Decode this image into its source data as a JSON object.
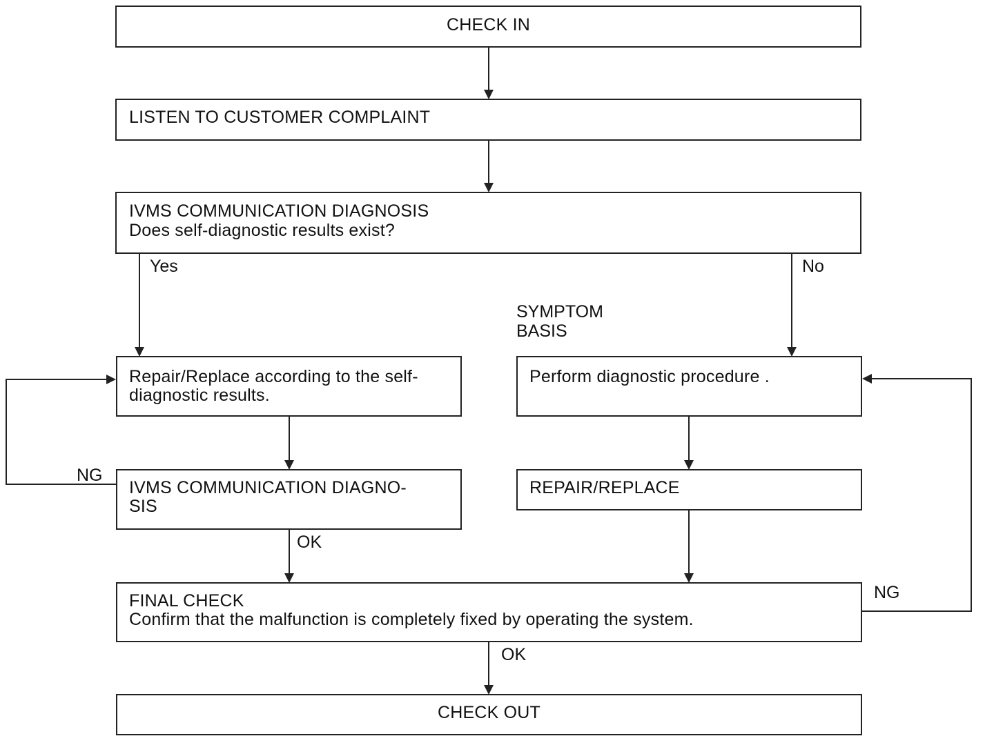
{
  "steps": {
    "check_in": "CHECK IN",
    "listen": "LISTEN TO CUSTOMER COMPLAINT",
    "ivms_diagnosis_title": "IVMS COMMUNICATION DIAGNOSIS",
    "ivms_diagnosis_question": "Does self-diagnostic results exist?",
    "repair_by_results_line1": "Repair/Replace according to the self-",
    "repair_by_results_line2": "diagnostic results.",
    "ivms_recheck_line1": "IVMS COMMUNICATION DIAGNO-",
    "ivms_recheck_line2": "SIS",
    "perform_procedure": "Perform diagnostic procedure .",
    "repair_replace": "REPAIR/REPLACE",
    "final_check_title": "FINAL CHECK",
    "final_check_text": "Confirm that the malfunction is completely fixed by operating the system.",
    "check_out": "CHECK OUT"
  },
  "labels": {
    "yes": "Yes",
    "no": "No",
    "symptom_line1": "SYMPTOM",
    "symptom_line2": "BASIS",
    "ng_left": "NG",
    "ok_left": "OK",
    "ng_right": "NG",
    "ok_bottom": "OK"
  }
}
